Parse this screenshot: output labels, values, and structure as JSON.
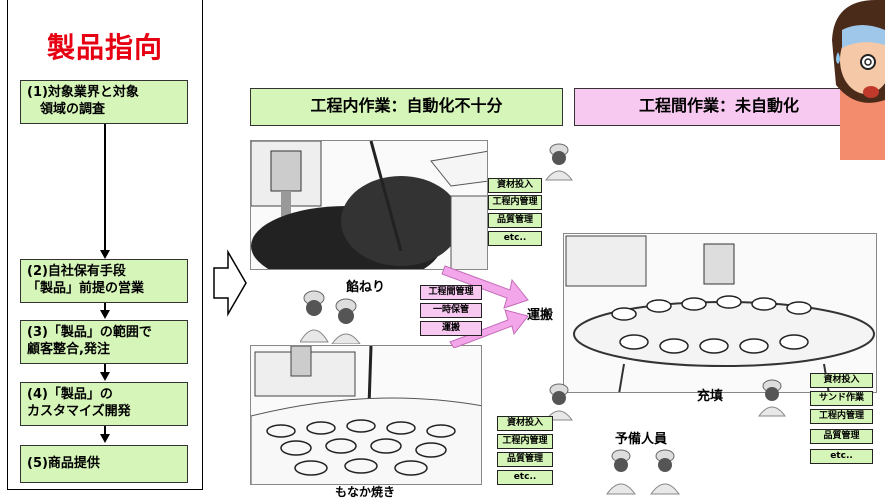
{
  "left_panel": {
    "title": "製品指向",
    "steps": [
      {
        "line1": "(1)対象業界と対象",
        "line2": "　領域の調査"
      },
      {
        "line1": "(2)自社保有手段",
        "line2": "「製品」前提の営業"
      },
      {
        "line1": "(3)「製品」の範囲で",
        "line2": "顧客整合,発注"
      },
      {
        "line1": "(4)「製品」の",
        "line2": "カスタマイズ開発"
      },
      {
        "line1": "(5)商品提供",
        "line2": ""
      }
    ]
  },
  "headers": {
    "within_process": "工程内作業：自動化不十分",
    "between_process": "工程間作業：未自動化"
  },
  "labels": {
    "kneading": "餡ねり",
    "baking": "もなか焼き",
    "transport": "運搬",
    "filling": "充填",
    "reserve": "予備人員"
  },
  "tags_top": [
    "資材投入",
    "工程内管理",
    "品質管理",
    "etc.."
  ],
  "tags_between": [
    "工程間管理",
    "一時保管",
    "運搬"
  ],
  "tags_bottom": [
    "資材投入",
    "工程内管理",
    "品質管理",
    "etc.."
  ],
  "tags_right": [
    "資材投入",
    "サンド作業",
    "工程内管理",
    "品質管理",
    "etc.."
  ],
  "colors": {
    "title_red": "#e60012",
    "green_box": "#d6f5b8",
    "pink_box": "#f7c9f0",
    "arrow_pink": "#f4a6ea"
  }
}
